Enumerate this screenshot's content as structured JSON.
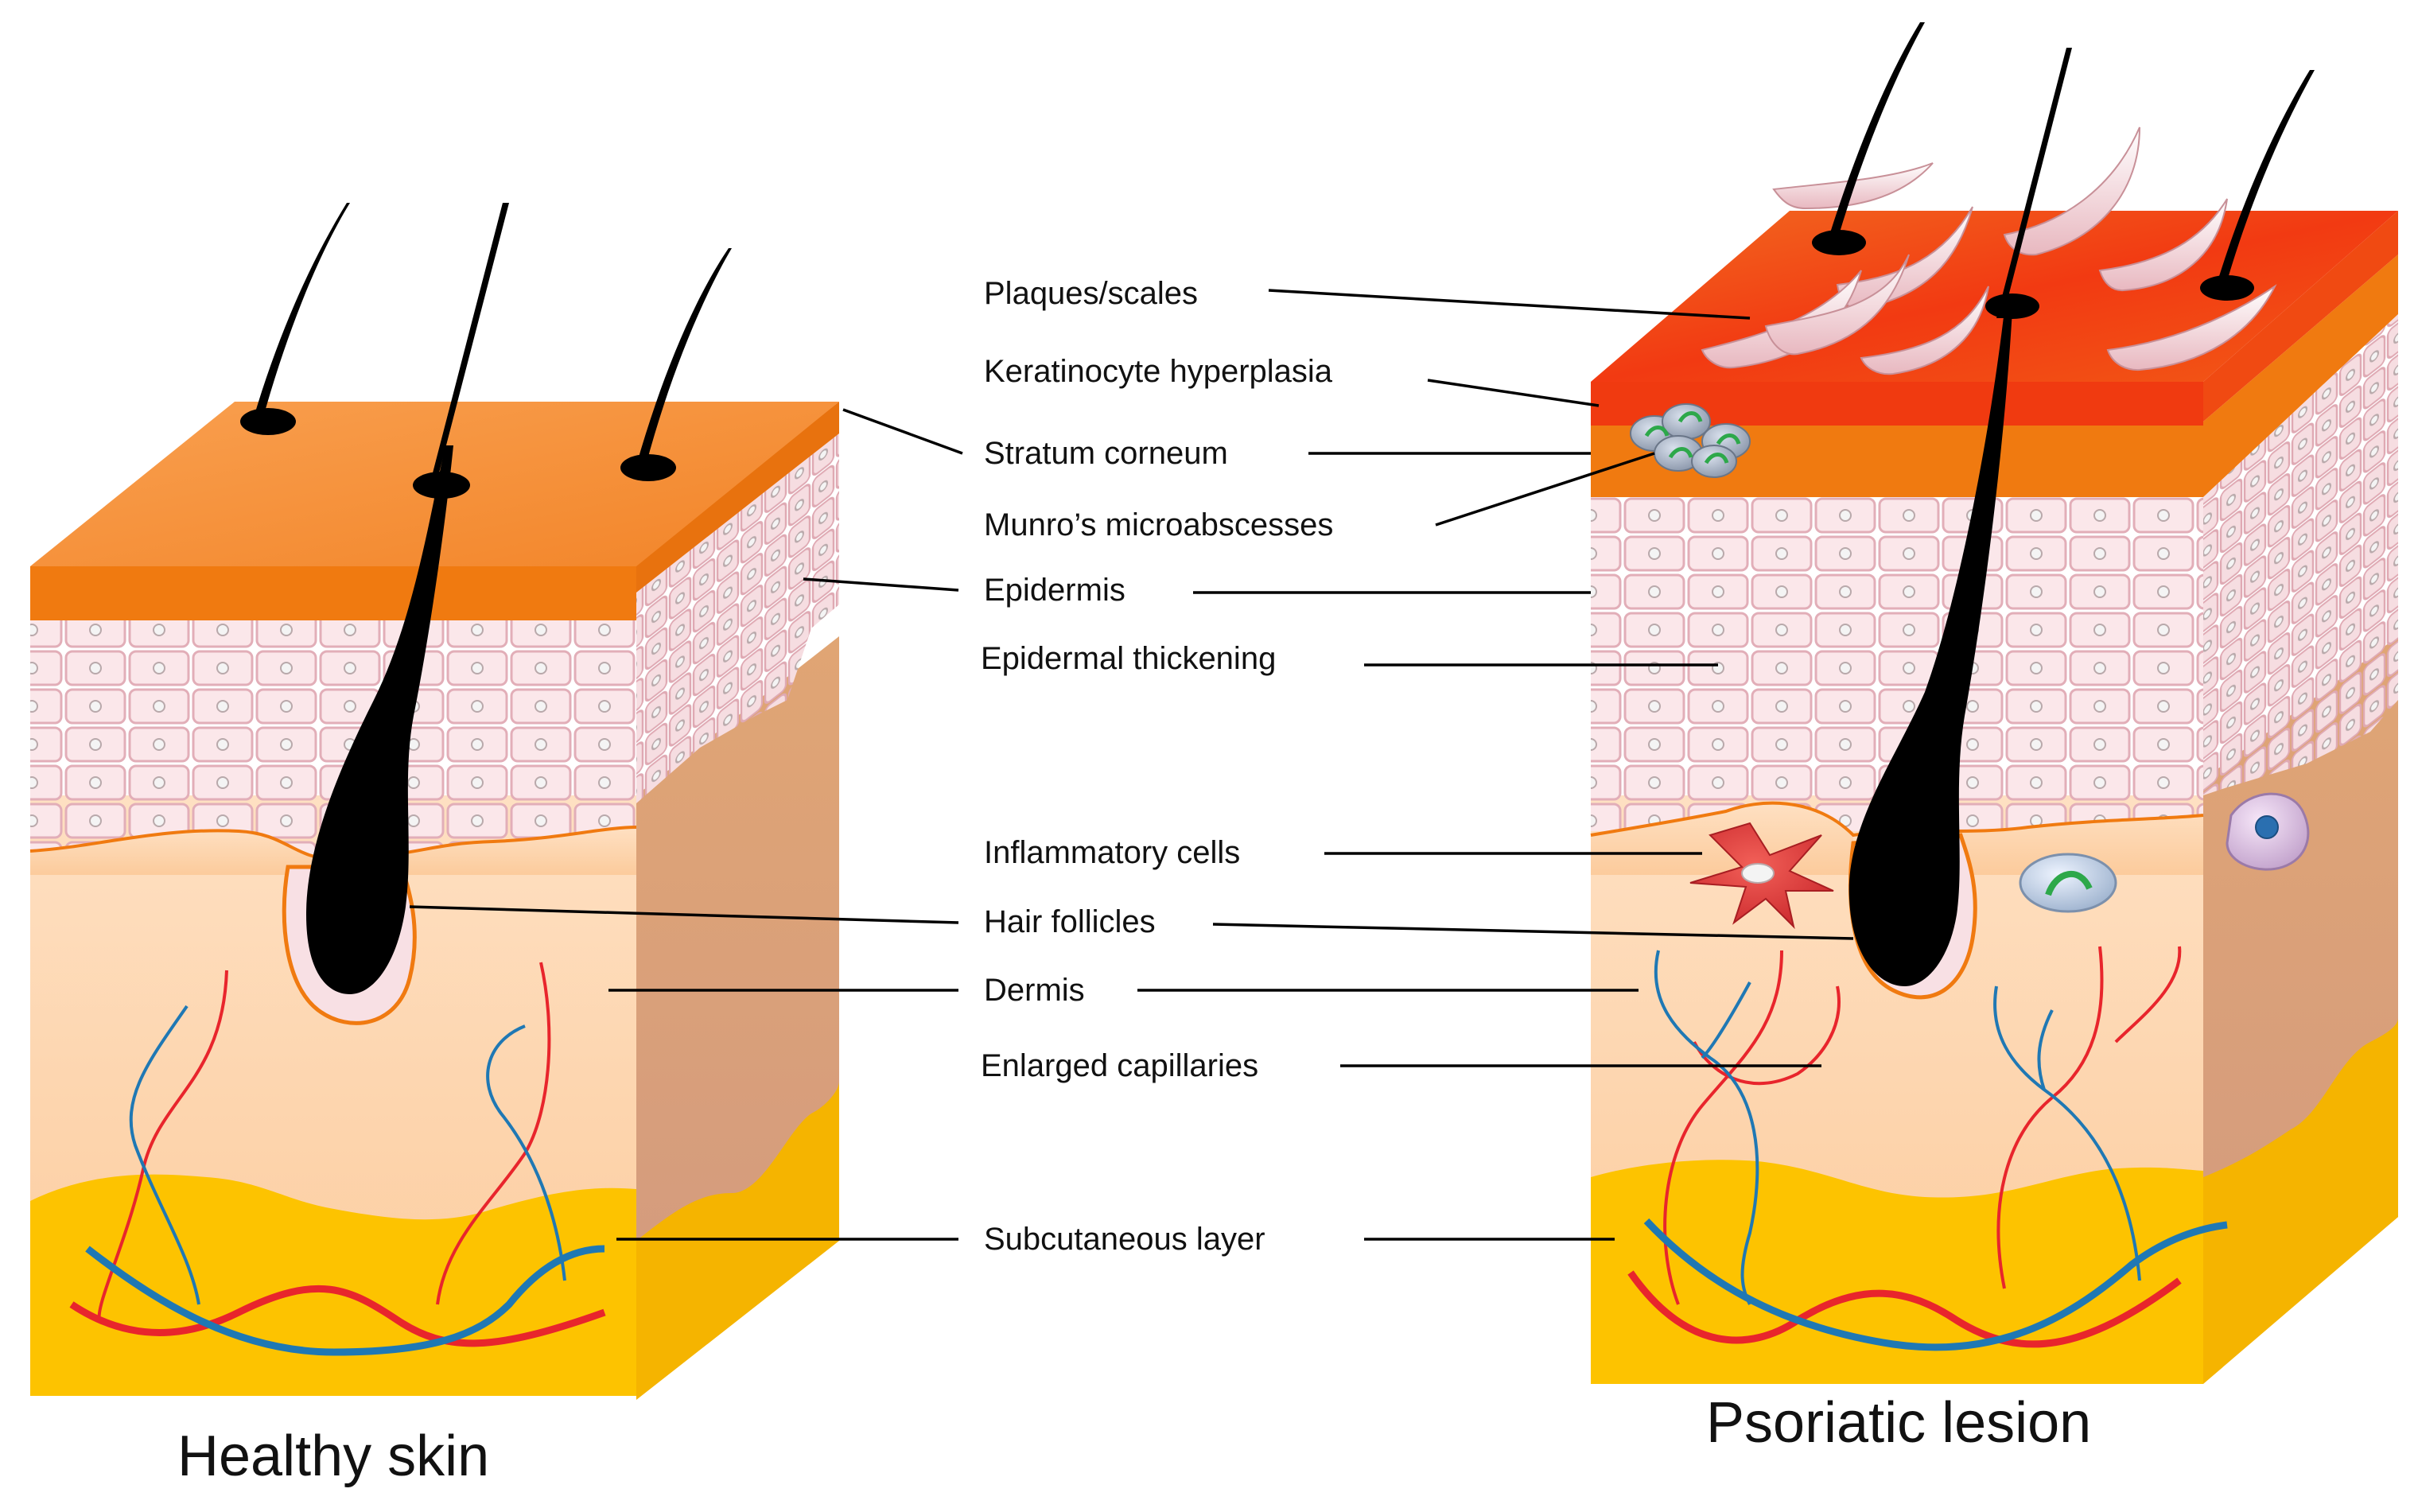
{
  "labels": {
    "plaques": "Plaques/scales",
    "keratinocyte": "Keratinocyte hyperplasia",
    "stratum": "Stratum corneum",
    "munro": "Munro’s microabscesses",
    "epidermis": "Epidermis",
    "thickening": "Epidermal thickening",
    "inflammatory": "Inflammatory cells",
    "follicles": "Hair follicles",
    "dermis": "Dermis",
    "capillaries": "Enlarged capillaries",
    "subcutaneous": "Subcutaneous layer"
  },
  "captions": {
    "healthy": "Healthy skin",
    "psoriatic": "Psoriatic lesion"
  },
  "colors": {
    "top_healthy": "#F58A30",
    "corneum_healthy": "#F07A10",
    "top_psoriatic": "#F03A10",
    "epidermis": "#F8E0E4",
    "cell_border": "#E4B0BA",
    "dermis": "#FDDAB8",
    "dermis_side": "#D9A578",
    "subcutaneous": "#FDC300",
    "artery": "#E8252C",
    "vein": "#1F78B4",
    "hair": "#000000"
  }
}
